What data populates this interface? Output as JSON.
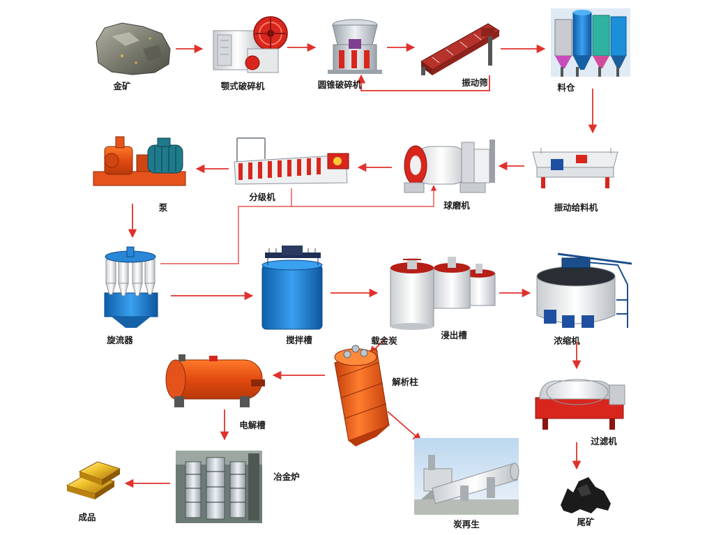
{
  "arrow_color": "#e0312b",
  "equipment": {
    "gold_ore": "金矿",
    "jaw_crusher": "颚式破碎机",
    "cone_crusher": "圆锥破碎机",
    "vibrating_screen": "振动筛",
    "silo": "料仓",
    "vibrating_feeder": "振动给料机",
    "ball_mill": "球磨机",
    "classifier": "分级机",
    "pump": "泵",
    "hydrocyclone": "旋流器",
    "agitation_tank": "搅拌槽",
    "leaching_tank": "浸出槽",
    "thickener": "浓缩机",
    "loaded_carbon": "载金炭",
    "desorption_column": "解析柱",
    "electrolytic_cell": "电解槽",
    "smelting_furnace": "冶金炉",
    "finished_product": "成品",
    "carbon_regeneration": "炭再生",
    "filter": "过滤机",
    "tailings": "尾矿"
  }
}
